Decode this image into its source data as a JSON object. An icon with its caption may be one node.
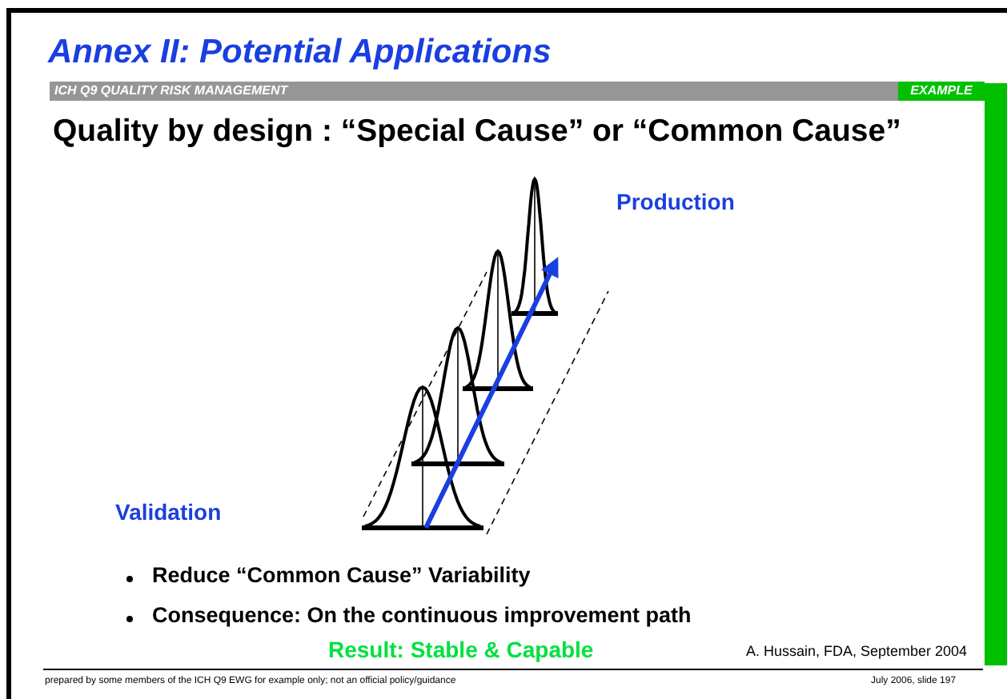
{
  "diagram": {
    "title": "Annex II: Potential Applications",
    "labels": [
      "ICH Q9 QUALITY RISK MANAGEMENT",
      "EXAMPLE",
      "Quality by design : “Special Cause” or “Common Cause”",
      "Production",
      "Validation",
      "Reduce “Common Cause” Variability",
      "Consequence: On the continuous improvement path",
      "Result: Stable & Capable",
      "A. Hussain, FDA, September 2004",
      "prepared by some members of the ICH Q9 EWG for example only; not an official policy/guidance",
      "July 2006, slide 197"
    ]
  }
}
